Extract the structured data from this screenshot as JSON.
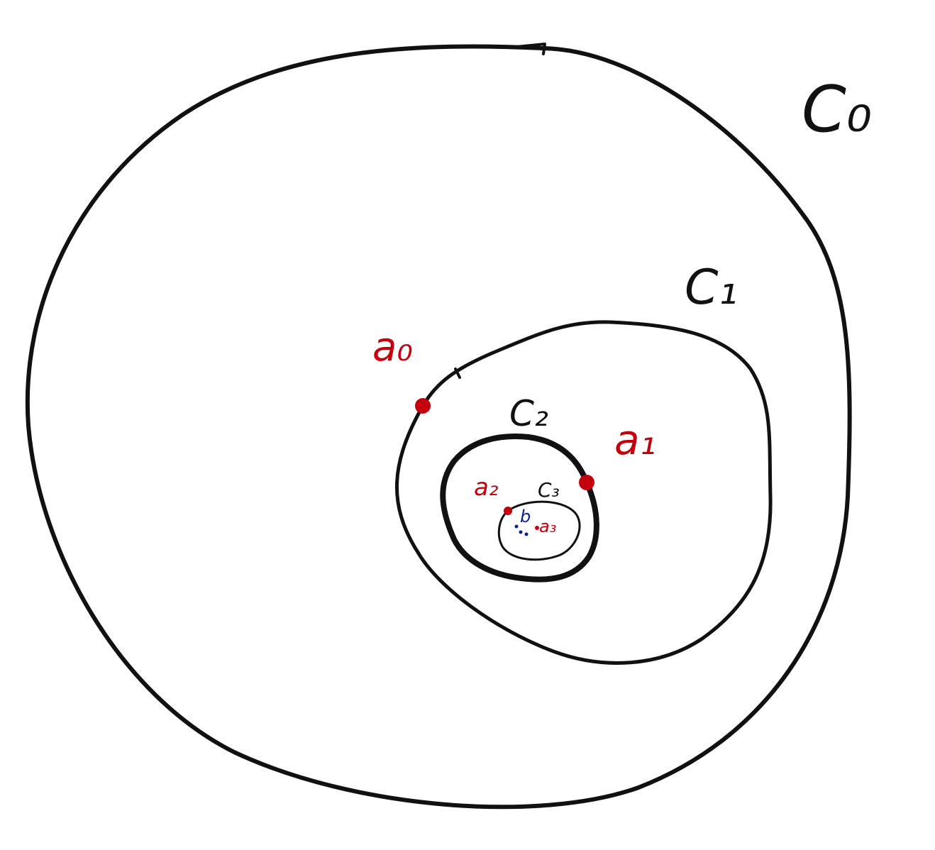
{
  "colors": {
    "ink": "#111111",
    "point_red": "#c4000c",
    "point_blue": "#0b1f8f",
    "background": "#ffffff"
  },
  "labels": {
    "c0": "C₀",
    "c1": "C₁",
    "c2": "C₂",
    "c3": "C₃",
    "a0": "a₀",
    "a1": "a₁",
    "a2": "a₂",
    "a3": "a₃",
    "b": "b"
  },
  "structure": {
    "nesting": [
      "C₀",
      "C₁",
      "C₂",
      "C₃"
    ],
    "points_on_curves": [
      {
        "point": "a₀",
        "curve": "C₁"
      },
      {
        "point": "a₁",
        "curve": "C₂"
      },
      {
        "point": "a₂",
        "curve": "C₃"
      }
    ],
    "interior_points": [
      "a₃",
      "b"
    ]
  }
}
